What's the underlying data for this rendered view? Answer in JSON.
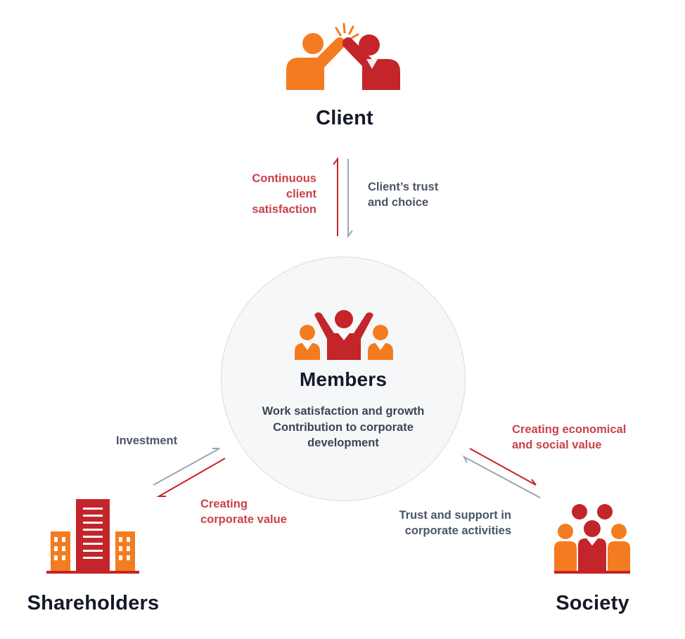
{
  "colors": {
    "orange": "#f47c20",
    "red": "#c3252b",
    "dark_text": "#15192a",
    "red_text": "#c9424a",
    "gray_text": "#4a5566",
    "gray_arrow": "#9aa5b4",
    "circle_bg": "#f6f7f9"
  },
  "client": {
    "title": "Client",
    "icon": "high-five-icon",
    "to_client_label": [
      "Continuous",
      "client",
      "satisfaction"
    ],
    "from_client_label": [
      "Client’s trust",
      "and choice"
    ]
  },
  "members": {
    "title": "Members",
    "icon": "team-cheering-icon",
    "description": [
      "Work satisfaction and growth",
      "Contribution to corporate",
      "development"
    ]
  },
  "shareholders": {
    "title": "Shareholders",
    "icon": "buildings-icon",
    "from_shareholders_label": "Investment",
    "to_shareholders_label": [
      "Creating",
      "corporate value"
    ]
  },
  "society": {
    "title": "Society",
    "icon": "group-of-people-icon",
    "to_society_label": [
      "Creating economical",
      "and social value"
    ],
    "from_society_label": [
      "Trust and support in",
      "corporate activities"
    ]
  }
}
